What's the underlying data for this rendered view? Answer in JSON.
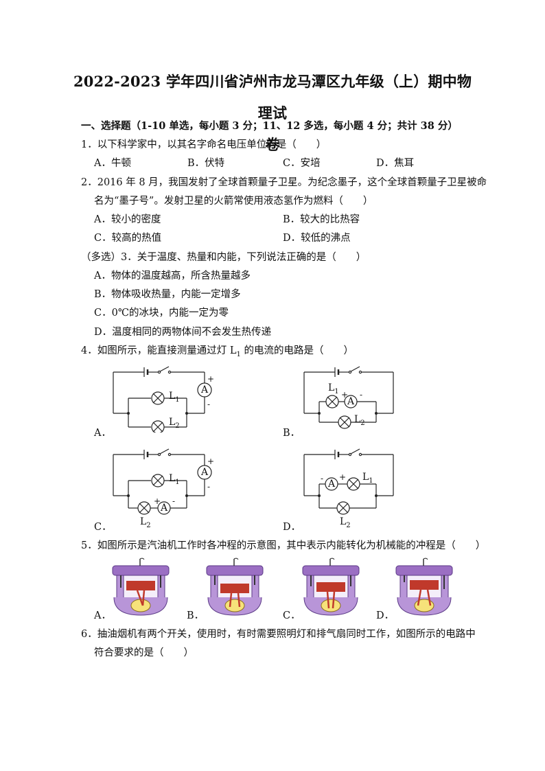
{
  "title": {
    "line1": "2022-2023 学年四川省泸州市龙马潭区九年级（上）期中物理试",
    "line2": "卷"
  },
  "section1": {
    "heading": "一、选择题（1-10 单选，每小题 3 分；11、12 多选，每小题 4 分；共计 38 分）"
  },
  "q1": {
    "stem": "1．以下科学家中，以其名字命名电压单位的是（　　）",
    "options": [
      "A．牛顿",
      "B．伏特",
      "C．安培",
      "D．焦耳"
    ]
  },
  "q2": {
    "stem_line1": "2．2016 年 8 月，我国发射了全球首颗量子卫星。为纪念墨子，这个全球首颗量子卫星被命",
    "stem_line2": "名为“墨子号”。发射卫星的火箭常使用液态氢作为燃料（　　）",
    "options": [
      "A．较小的密度",
      "B．较大的比热容",
      "C．较高的热值",
      "D．较低的沸点"
    ]
  },
  "q3": {
    "stem": "（多选）3．关于温度、热量和内能，下列说法正确的是（　　）",
    "options": [
      "A．物体的温度越高，所含热量越多",
      "B．物体吸收热量，内能一定增多",
      "C．0℃的冰块，内能一定为零",
      "D．温度相同的两物体间不会发生热传递"
    ]
  },
  "q4": {
    "stem_pre": "4．如图所示，能直接测量通过灯 L",
    "stem_sub": "1",
    "stem_post": " 的电流的电路是（　　）",
    "fig_labels": [
      "A．",
      "B．",
      "C．",
      "D．"
    ],
    "lamp1": "L",
    "lamp2": "L",
    "sub1": "1",
    "sub2": "2",
    "ammeter": "A",
    "plus": "+",
    "minus": "-"
  },
  "q5": {
    "stem": "5．如图所示是汽油机工作时各冲程的示意图，其中表示内能转化为机械能的冲程是（　　）",
    "fig_labels": [
      "A．",
      "B．",
      "C．",
      "D．"
    ]
  },
  "q6": {
    "stem_line1": "6．抽油烟机有两个开关，使用时，有时需要照明灯和排气扇同时工作，如图所示的电路中",
    "stem_line2": "符合要求的是（　　）"
  }
}
